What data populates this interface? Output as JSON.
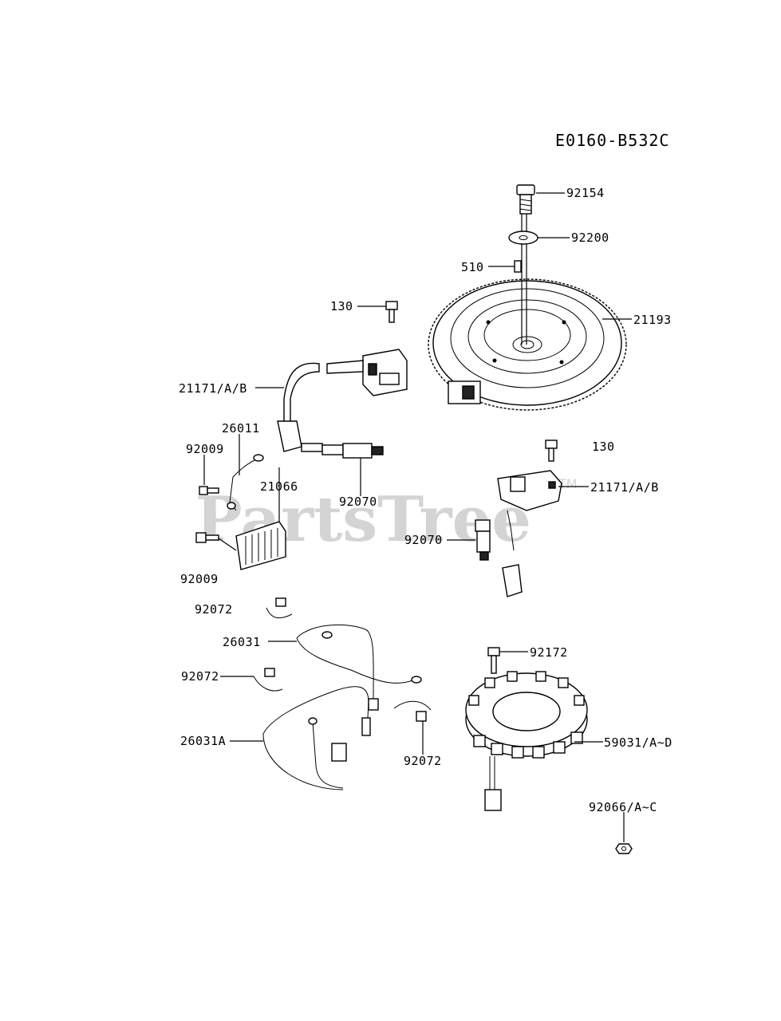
{
  "diagram_code": "E0160-B532C",
  "watermark": "PartsTree",
  "watermark_tm": "TM",
  "callouts": {
    "p92154": "92154",
    "p92200": "92200",
    "p510": "510",
    "p21193": "21193",
    "p130_top": "130",
    "p21171_top": "21171/A/B",
    "p26011": "26011",
    "p92009_top": "92009",
    "p21066": "21066",
    "p92070_left": "92070",
    "p92009_bottom": "92009",
    "p130_right": "130",
    "p21171_right": "21171/A/B",
    "p92070_right": "92070",
    "p92072_top": "92072",
    "p26031": "26031",
    "p92072_mid": "92072",
    "p26031A": "26031A",
    "p92072_bottom": "92072",
    "p92172": "92172",
    "p59031": "59031/A~D",
    "p92066": "92066/A~C"
  }
}
